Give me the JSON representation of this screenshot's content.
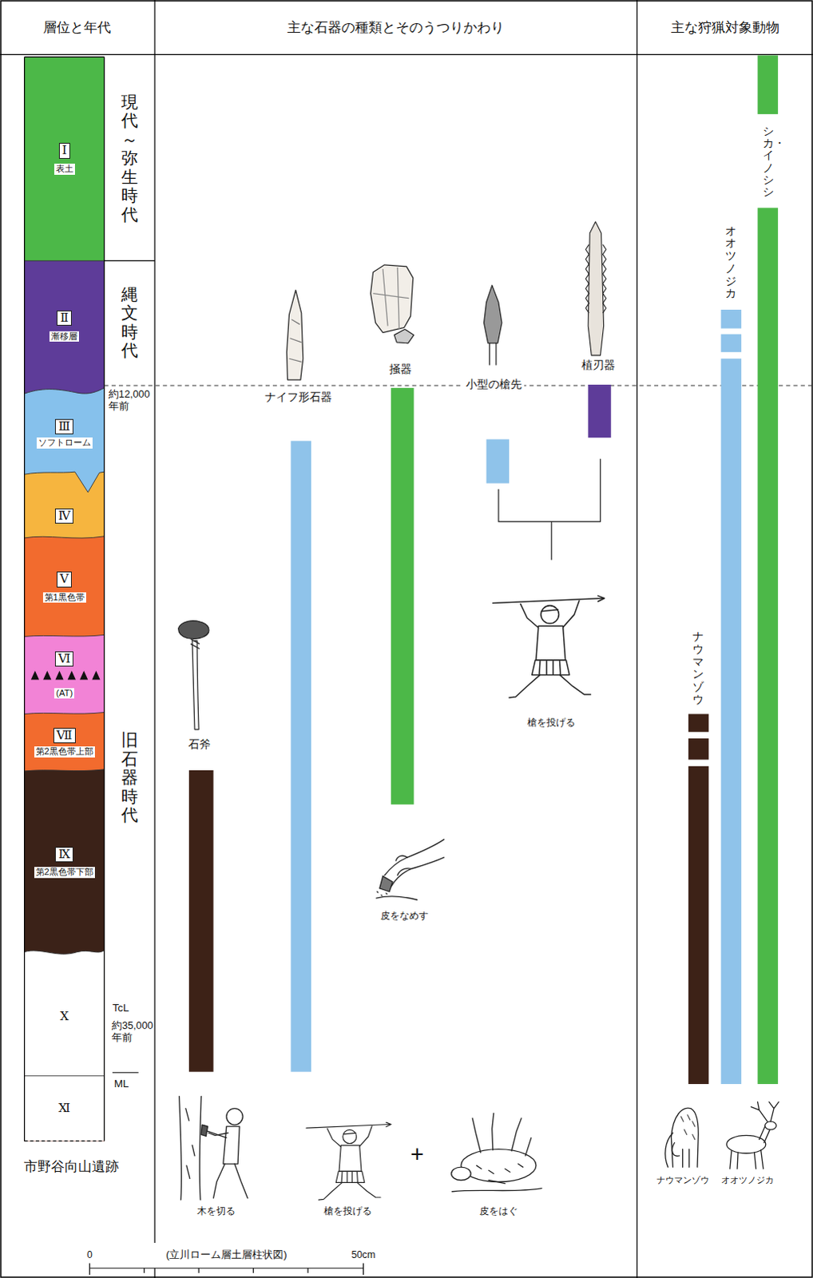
{
  "diagram": {
    "nodes": [
      {
        "text": [
          "層位と年代"
        ]
      },
      {
        "text": [
          "主な石器の種類とそのうつりかわり"
        ]
      },
      {
        "text": [
          "主な狩猟対象動物"
        ]
      },
      {
        "text": [
          "Ⅰ",
          "表土"
        ]
      },
      {
        "text": [
          "現代～弥生時代"
        ]
      },
      {
        "text": [
          "Ⅱ",
          "漸移層"
        ]
      },
      {
        "text": [
          "縄文時代"
        ]
      },
      {
        "text": [
          "Ⅲ",
          "ソフトローム"
        ]
      },
      {
        "text": [
          "Ⅳ"
        ]
      },
      {
        "text": [
          "Ⅴ",
          "第1黒色帯"
        ]
      },
      {
        "text": [
          "Ⅵ",
          "(AT)"
        ]
      },
      {
        "text": [
          "Ⅶ",
          "第2黒色帯上部"
        ]
      },
      {
        "text": [
          "旧石器時代"
        ]
      },
      {
        "text": [
          "Ⅸ",
          "第2黒色帯下部"
        ]
      },
      {
        "text": [
          "Ⅹ"
        ]
      },
      {
        "text": [
          "Ⅺ"
        ]
      }
    ],
    "labels": [
      "約12,000 年前",
      "TcL",
      "約35,000 年前",
      "ML",
      "市野谷向山遺跡",
      "0",
      "(立川ローム層土層柱状図)",
      "50cm",
      "ナイフ形石器",
      "掻器",
      "小型の槍先",
      "植刃器",
      "石斧",
      "槍を投げる",
      "皮をなめす",
      "木を切る",
      "槍を投げる",
      "+",
      "皮をはぐ",
      "シカ・イノシシ",
      "オオツノジカ",
      "ナウマンゾウ",
      "ナウマンゾウ",
      "オオツノジカ"
    ]
  }
}
